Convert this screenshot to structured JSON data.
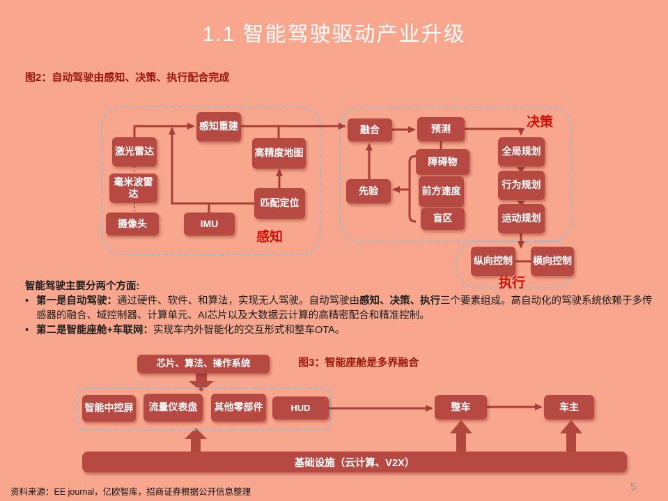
{
  "page": {
    "title": "1.1 智能驾驶驱动产业升级",
    "source": "资料来源：EE journal，亿欧智库，招商证券根据公开信息整理",
    "page_number": "5",
    "bullet_char": "•"
  },
  "colors": {
    "background": "#f8a78e",
    "node_fill": "#b64a43",
    "connector": "#a63d37",
    "caption_red": "#9a150a",
    "group_label_red": "#cc1104",
    "title_white": "#ffffff"
  },
  "fig2": {
    "caption": "图2：自动驾驶由感知、决策、执行配合完成",
    "perception_label": "感知",
    "decision_label": "决策",
    "execution_label": "执行",
    "nodes": {
      "lidar": "激光雷达",
      "mmwave": "毫米波雷达",
      "camera": "摄像头",
      "recon": "感知重建",
      "hdmap": "高精度地图",
      "match": "匹配定位",
      "imu": "IMU",
      "fusion": "融合",
      "predict": "预测",
      "obstacle": "障碍物",
      "front_speed": "前方速度",
      "blind": "盲区",
      "prior": "先验",
      "global_plan": "全局规划",
      "behavior_plan": "行为规划",
      "motion_plan": "运动规划",
      "long_ctrl": "纵向控制",
      "lat_ctrl": "横向控制"
    }
  },
  "body": {
    "heading": "智能驾驶主要分两个方面:",
    "b1_bold": "第一是自动驾驶：",
    "b1_t1": "通过硬件、软件、和算法，实现无人驾驶。自动驾驶由",
    "b1_bold2": "感知、决策、执行",
    "b1_t2": "三个要素组成。高自动化的驾驶系统依赖于多传感器的融合、域控制器、计算单元、AI芯片以及大数据云计算的高精密配合和精准控制。",
    "b2_bold": "第二是智能座舱+车联网：",
    "b2_t1": "实现车内外智能化的交互形式和整车OTA。"
  },
  "fig3": {
    "caption": "图3：智能座舱是多界融合",
    "nodes": {
      "stack": "芯片、算法、操作系统",
      "screen": "智能中控屏",
      "dashboard": "流量仪表盘",
      "other": "其他零部件",
      "hud": "HUD",
      "vehicle": "整车",
      "owner": "车主",
      "infra": "基础设施（云计算、V2X）"
    }
  }
}
